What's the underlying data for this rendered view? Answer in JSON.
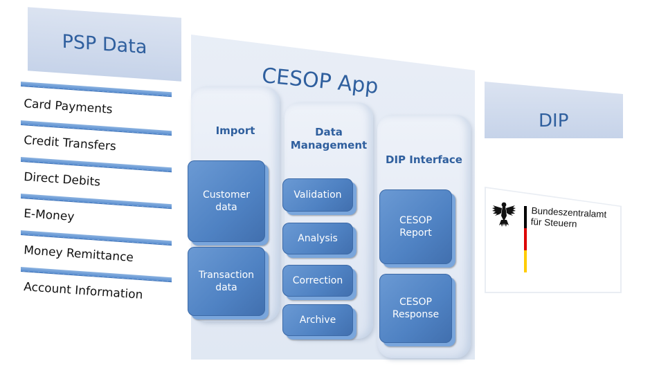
{
  "psp": {
    "title": "PSP Data",
    "items": [
      "Card Payments",
      "Credit Transfers",
      "Direct Debits",
      "E-Money",
      "Money Remittance",
      "Account Information"
    ]
  },
  "app": {
    "title": "CESOP App",
    "columns": [
      {
        "title": "Import",
        "boxes": [
          [
            "Customer",
            "data"
          ],
          [
            "Transaction",
            "data"
          ]
        ]
      },
      {
        "title_line1": "Data",
        "title_line2": "Management",
        "boxes": [
          "Validation",
          "Analysis",
          "Correction",
          "Archive"
        ]
      },
      {
        "title": "DIP Interface",
        "boxes": [
          [
            "CESOP",
            "Report"
          ],
          [
            "CESOP",
            "Response"
          ]
        ]
      }
    ]
  },
  "dip": {
    "title": "DIP",
    "logo_line1": "Bundeszentralamt",
    "logo_line2": "für Steuern"
  },
  "colors": {
    "accent_text": "#2f5f9e",
    "box_fill": "#4f82c3",
    "panel_fill": "#d6e0ef",
    "flag_black": "#000000",
    "flag_red": "#dd0000",
    "flag_gold": "#ffcc00"
  }
}
